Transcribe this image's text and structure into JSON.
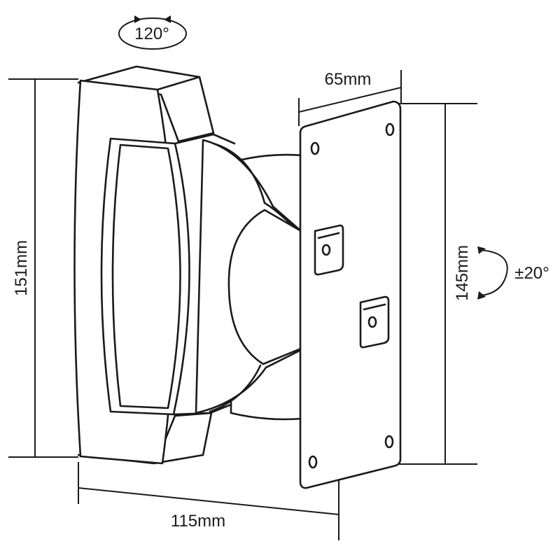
{
  "dimensions": {
    "rotation_horizontal": "120°",
    "plate_depth": "65mm",
    "body_height": "151mm",
    "plate_height": "145mm",
    "tilt": "±20°",
    "total_depth": "115mm"
  },
  "colors": {
    "line": "#1a1a1a",
    "background": "#ffffff"
  }
}
